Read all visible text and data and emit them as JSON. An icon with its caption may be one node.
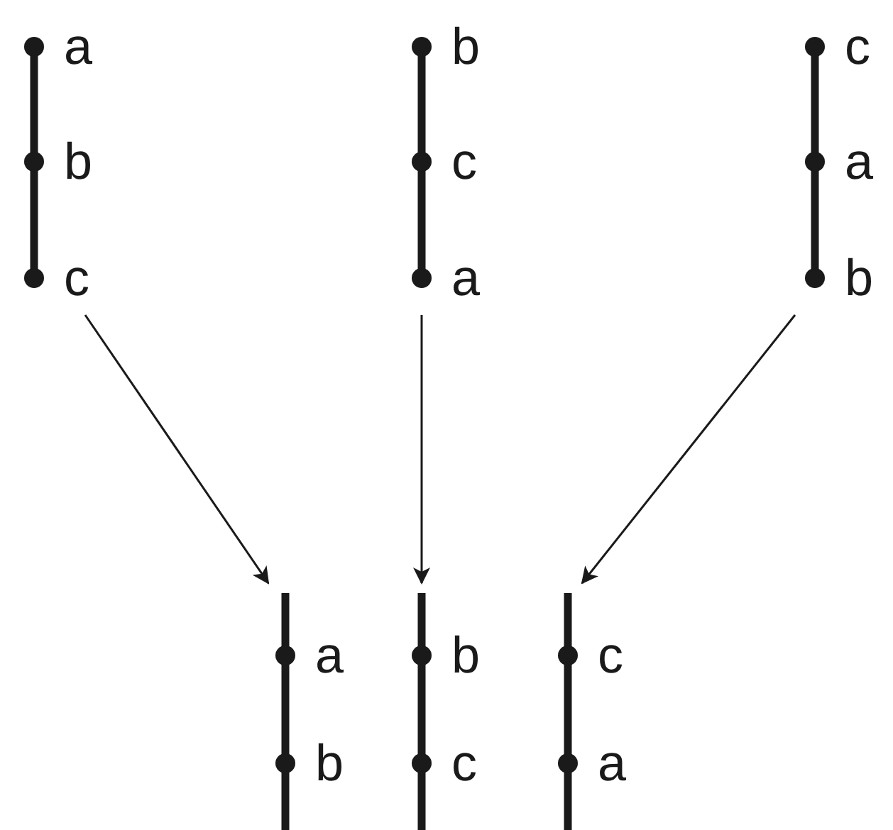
{
  "diagram": {
    "nodes": [
      {
        "text": [
          "a"
        ]
      },
      {
        "text": [
          "b"
        ]
      },
      {
        "text": [
          "c"
        ]
      },
      {
        "text": [
          "b"
        ]
      },
      {
        "text": [
          "c"
        ]
      },
      {
        "text": [
          "a"
        ]
      },
      {
        "text": [
          "c"
        ]
      },
      {
        "text": [
          "a"
        ]
      },
      {
        "text": [
          "b"
        ]
      },
      {
        "text": [
          "a"
        ]
      },
      {
        "text": [
          "b"
        ]
      },
      {
        "text": [
          "b"
        ]
      },
      {
        "text": [
          "c"
        ]
      },
      {
        "text": [
          "c"
        ]
      },
      {
        "text": [
          "a"
        ]
      }
    ],
    "edges": [
      {
        "from": 0,
        "to": 1,
        "arrow": "none"
      },
      {
        "from": 1,
        "to": 2,
        "arrow": "none"
      },
      {
        "from": 3,
        "to": 4,
        "arrow": "none"
      },
      {
        "from": 4,
        "to": 5,
        "arrow": "none"
      },
      {
        "from": 6,
        "to": 7,
        "arrow": "none"
      },
      {
        "from": 7,
        "to": 8,
        "arrow": "none"
      },
      {
        "from": 9,
        "to": 10,
        "arrow": "none"
      },
      {
        "from": 11,
        "to": 12,
        "arrow": "none"
      },
      {
        "from": 13,
        "to": 14,
        "arrow": "none"
      },
      {
        "from": 2,
        "to": 9,
        "arrow": "to"
      },
      {
        "from": 5,
        "to": 11,
        "arrow": "to"
      },
      {
        "from": 8,
        "to": 13,
        "arrow": "to"
      }
    ]
  }
}
